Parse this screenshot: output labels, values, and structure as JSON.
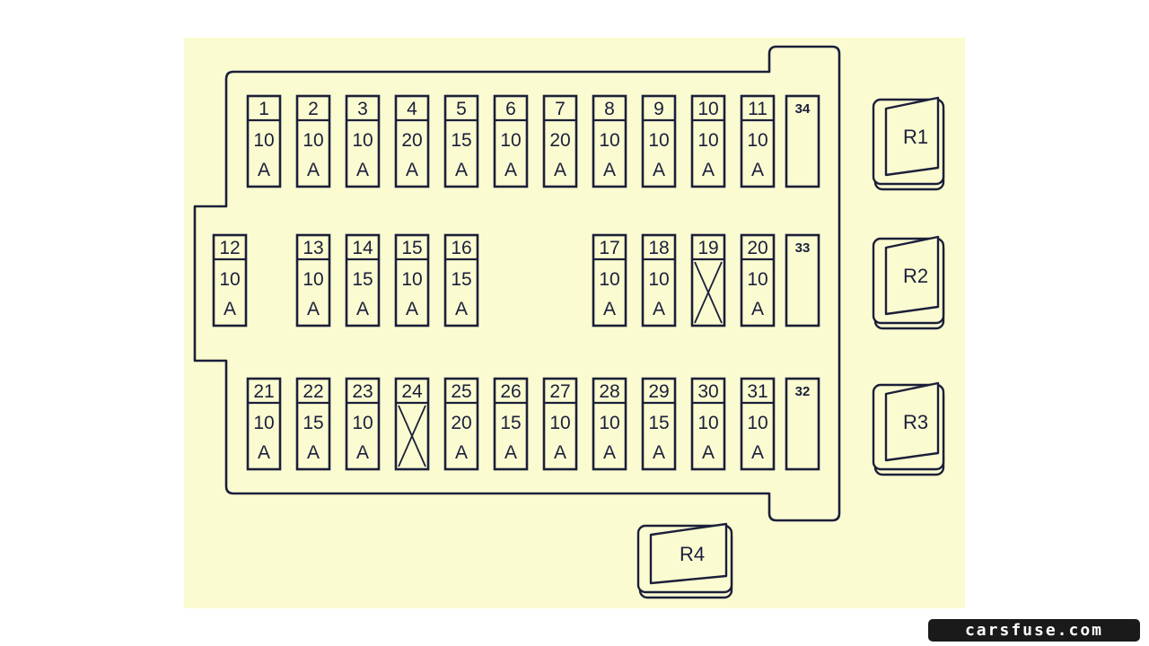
{
  "fuses": [
    {
      "n": "1",
      "amp": "10",
      "unit": "A"
    },
    {
      "n": "2",
      "amp": "10",
      "unit": "A"
    },
    {
      "n": "3",
      "amp": "10",
      "unit": "A"
    },
    {
      "n": "4",
      "amp": "20",
      "unit": "A"
    },
    {
      "n": "5",
      "amp": "15",
      "unit": "A"
    },
    {
      "n": "6",
      "amp": "10",
      "unit": "A"
    },
    {
      "n": "7",
      "amp": "20",
      "unit": "A"
    },
    {
      "n": "8",
      "amp": "10",
      "unit": "A"
    },
    {
      "n": "9",
      "amp": "10",
      "unit": "A"
    },
    {
      "n": "10",
      "amp": "10",
      "unit": "A"
    },
    {
      "n": "11",
      "amp": "10",
      "unit": "A"
    },
    {
      "n": "12",
      "amp": "10",
      "unit": "A"
    },
    {
      "n": "13",
      "amp": "10",
      "unit": "A"
    },
    {
      "n": "14",
      "amp": "15",
      "unit": "A"
    },
    {
      "n": "15",
      "amp": "10",
      "unit": "A"
    },
    {
      "n": "16",
      "amp": "15",
      "unit": "A"
    },
    {
      "n": "17",
      "amp": "10",
      "unit": "A"
    },
    {
      "n": "18",
      "amp": "10",
      "unit": "A"
    },
    {
      "n": "19",
      "empty": true
    },
    {
      "n": "20",
      "amp": "10",
      "unit": "A"
    },
    {
      "n": "21",
      "amp": "10",
      "unit": "A"
    },
    {
      "n": "22",
      "amp": "15",
      "unit": "A"
    },
    {
      "n": "23",
      "amp": "10",
      "unit": "A"
    },
    {
      "n": "24",
      "empty": true
    },
    {
      "n": "25",
      "amp": "20",
      "unit": "A"
    },
    {
      "n": "26",
      "amp": "15",
      "unit": "A"
    },
    {
      "n": "27",
      "amp": "10",
      "unit": "A"
    },
    {
      "n": "28",
      "amp": "10",
      "unit": "A"
    },
    {
      "n": "29",
      "amp": "15",
      "unit": "A"
    },
    {
      "n": "30",
      "amp": "10",
      "unit": "A"
    },
    {
      "n": "31",
      "amp": "10",
      "unit": "A"
    }
  ],
  "spares": [
    "34",
    "33",
    "32"
  ],
  "relays": [
    "R1",
    "R2",
    "R3",
    "R4"
  ],
  "brand": "carsfuse.com",
  "colors": {
    "panel": "#fbfbd1",
    "ink": "#1b1f3a",
    "badge": "#1a1a1a"
  }
}
